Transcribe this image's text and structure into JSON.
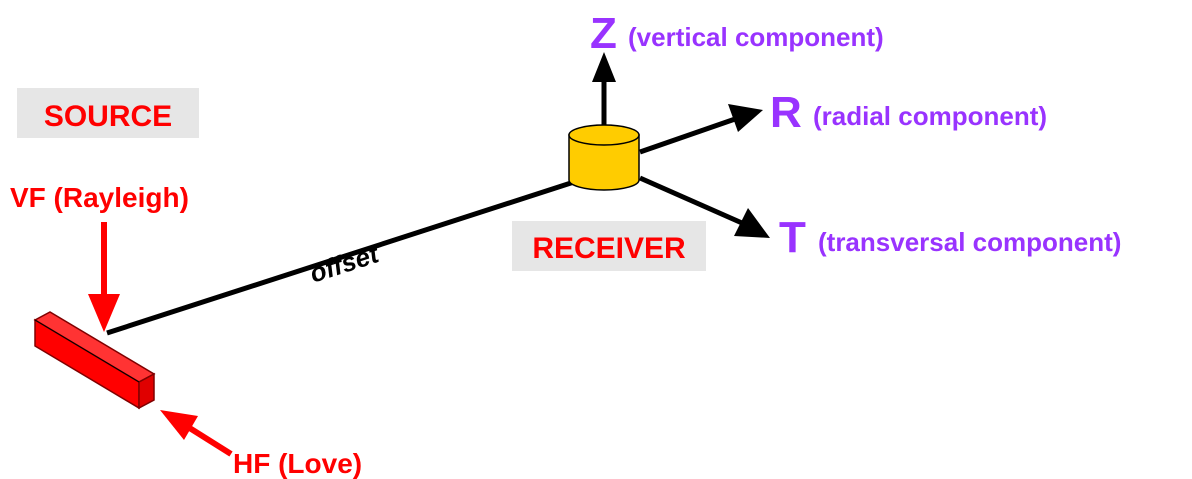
{
  "source": {
    "label": "SOURCE",
    "vertical_force": "VF (Rayleigh)",
    "horizontal_force": "HF (Love)"
  },
  "receiver": {
    "label": "RECEIVER"
  },
  "offset_label": "offset",
  "components": {
    "z_letter": "Z",
    "z_desc": "(vertical component)",
    "r_letter": "R",
    "r_desc": "(radial component)",
    "t_letter": "T",
    "t_desc": "(transversal component)"
  },
  "colors": {
    "source_red": "#ff0000",
    "component_purple": "#9933ff",
    "receiver_yellow": "#ffcc00",
    "label_box_gray": "#e6e6e6"
  }
}
